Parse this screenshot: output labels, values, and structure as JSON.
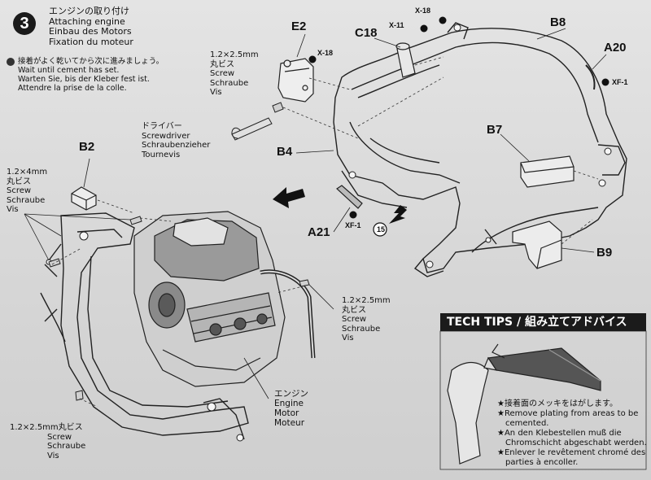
{
  "step": {
    "number": "3",
    "title_lines": [
      "エンジンの取り付け",
      "Attaching engine",
      "Einbau des Motors",
      "Fixation du moteur"
    ]
  },
  "cement_note": [
    "接着がよく乾いてから次に進みましょう。",
    "Wait until cement has set.",
    "Warten Sie, bis der Kleber fest ist.",
    "Attendre la prise de la colle."
  ],
  "parts": {
    "E2": "E2",
    "C18": "C18",
    "B8": "B8",
    "A20": "A20",
    "B7": "B7",
    "B4": "B4",
    "B2": "B2",
    "A21": "A21",
    "B9": "B9"
  },
  "paint_codes": {
    "x18_a": "X-18",
    "x18_b": "X-18",
    "x11": "X-11",
    "xf1_a": "XF-1",
    "xf1_b": "XF-1"
  },
  "step_ref": "15",
  "screw_top": [
    "1.2×2.5mm",
    "丸ビス",
    "Screw",
    "Schraube",
    "Vis"
  ],
  "screwdriver": [
    "ドライバー",
    "Screwdriver",
    "Schraubenzieher",
    "Tournevis"
  ],
  "screw_b2": [
    "1.2×4mm",
    "丸ビス",
    "Screw",
    "Schraube",
    "Vis"
  ],
  "screw_right": [
    "1.2×2.5mm",
    "丸ビス",
    "Screw",
    "Schraube",
    "Vis"
  ],
  "engine": [
    "エンジン",
    "Engine",
    "Motor",
    "Moteur"
  ],
  "screw_bottom": [
    "1.2×2.5mm丸ビス",
    "Screw",
    "Schraube",
    "Vis"
  ],
  "tech_tips": {
    "header": "TECH TIPS / 組み立てアドバイス",
    "lines": [
      "★接着面のメッキをはがします。",
      "★Remove plating from areas to be",
      "cemented.",
      "★An den Klebestellen muß die",
      "Chromschicht abgeschabt werden.",
      "★Enlever le revêtement chromé des",
      "parties à encoller."
    ]
  }
}
